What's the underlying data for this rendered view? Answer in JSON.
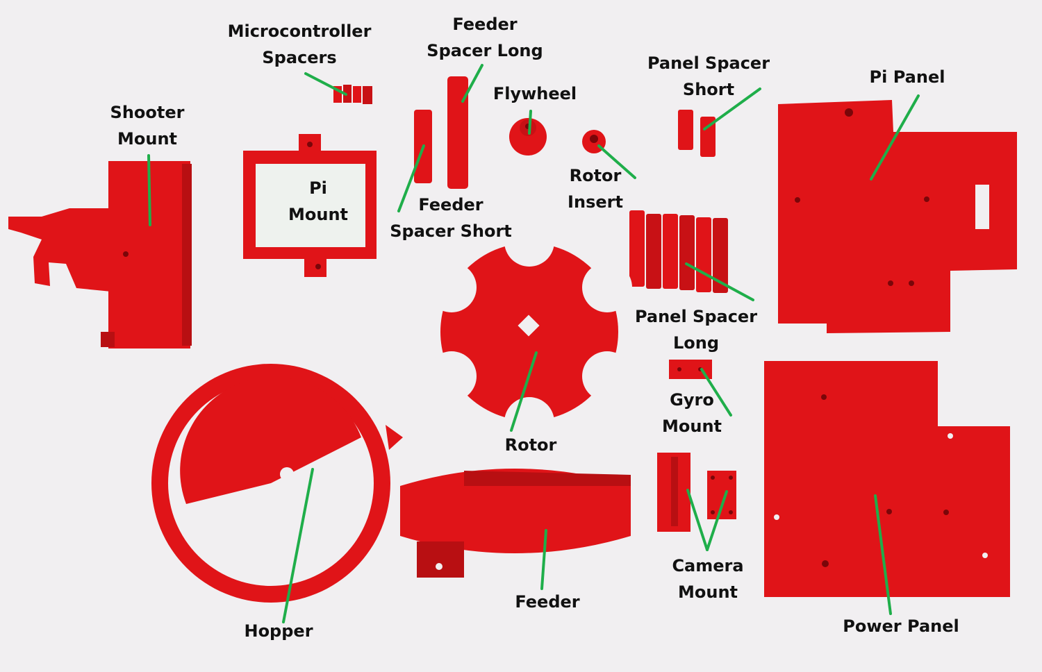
{
  "photo": {
    "background_color": "#f1eff1",
    "part_color": "#e01418",
    "part_shadow_color": "#9e0a0e",
    "leader_line_color": "#1fae4a"
  },
  "labels": {
    "microcontroller_spacers": [
      "Microcontroller",
      "Spacers"
    ],
    "feeder_spacer_long": [
      "Feeder",
      "Spacer Long"
    ],
    "flywheel": [
      "Flywheel"
    ],
    "panel_spacer_short": [
      "Panel Spacer",
      "Short"
    ],
    "pi_panel": [
      "Pi Panel"
    ],
    "shooter_mount": [
      "Shooter",
      "Mount"
    ],
    "pi_mount": [
      "Pi",
      "Mount"
    ],
    "feeder_spacer_short": [
      "Feeder",
      "Spacer Short"
    ],
    "rotor_insert": [
      "Rotor",
      "Insert"
    ],
    "panel_spacer_long": [
      "Panel Spacer",
      "Long"
    ],
    "gyro_mount": [
      "Gyro",
      "Mount"
    ],
    "rotor": [
      "Rotor"
    ],
    "camera_mount": [
      "Camera",
      "Mount"
    ],
    "hopper": [
      "Hopper"
    ],
    "feeder": [
      "Feeder"
    ],
    "power_panel": [
      "Power Panel"
    ]
  }
}
